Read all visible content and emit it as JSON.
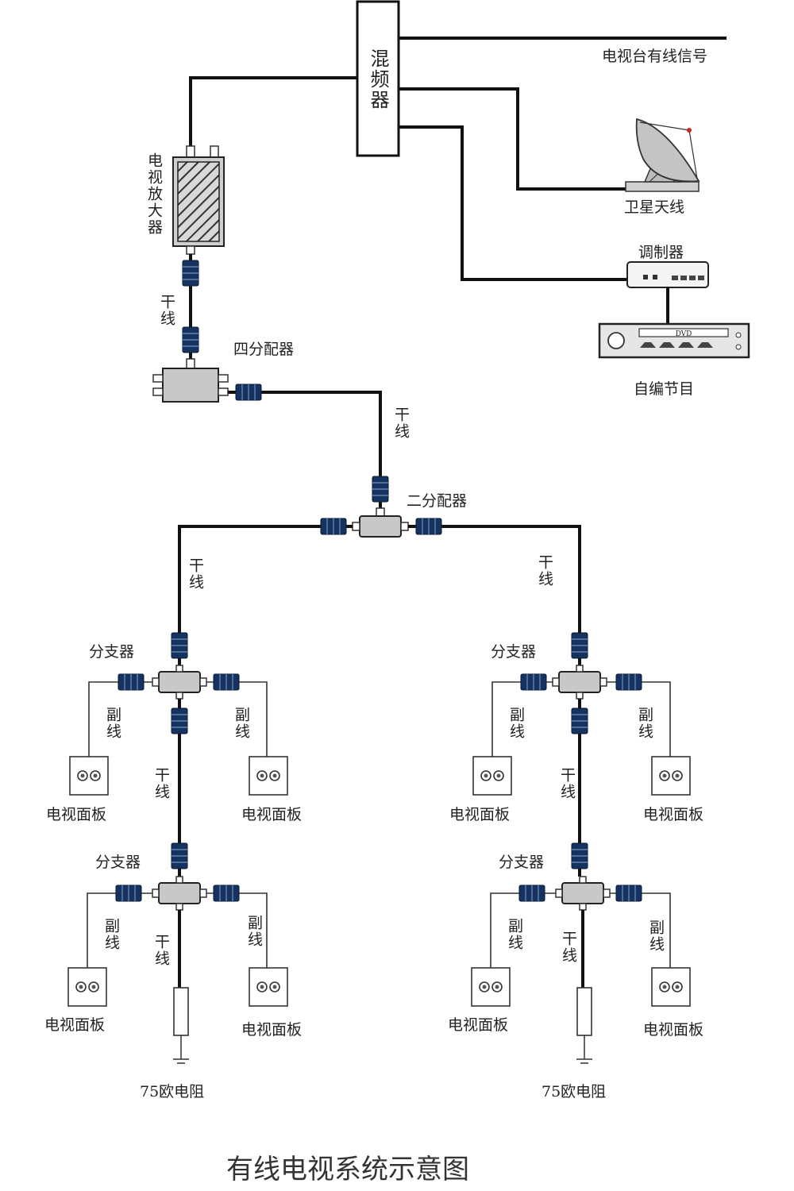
{
  "diagram": {
    "title": "有线电视系统示意图",
    "mixer_label": "混频器",
    "cable_signal_label": "电视台有线信号",
    "satellite_label": "卫星天线",
    "modulator_label": "调制器",
    "self_program_label": "自编节目",
    "amplifier_label": "电视放大器",
    "four_way_splitter_label": "四分配器",
    "two_way_splitter_label": "二分配器",
    "tap_label": "分支器",
    "trunk_label": "干线",
    "branch_label": "副线",
    "tv_panel_label": "电视面板",
    "resistor_label": "75欧电阻",
    "dvd_label": "DVD"
  }
}
